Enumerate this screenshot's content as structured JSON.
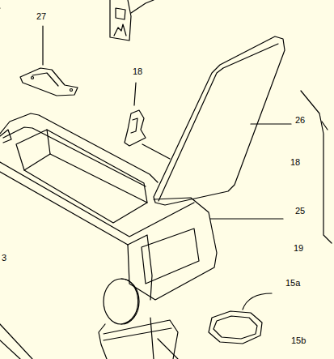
{
  "diagram": {
    "labels": [
      "27",
      "18",
      "26",
      "18",
      "25",
      "19",
      "3",
      "15a",
      "15b"
    ]
  }
}
